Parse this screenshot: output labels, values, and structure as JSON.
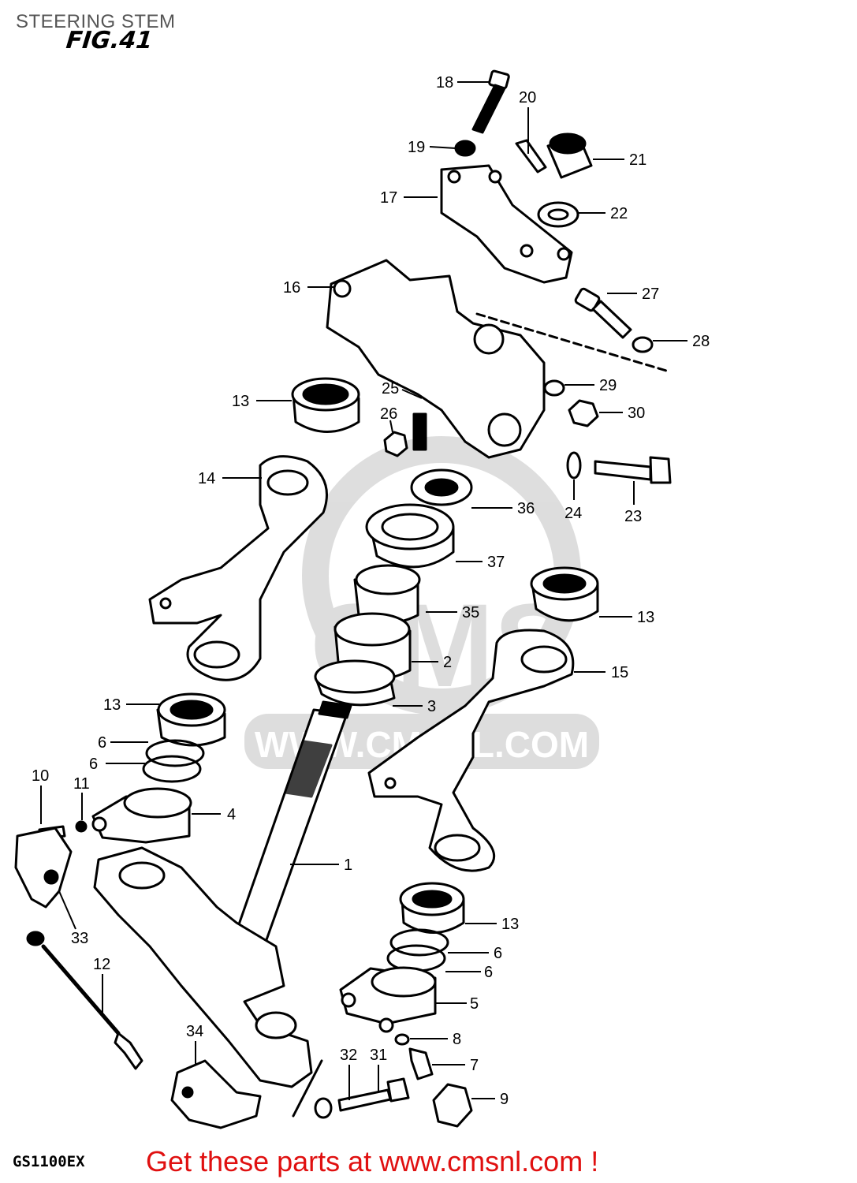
{
  "header": {
    "title": "STEERING STEM",
    "figure": "FIG.41"
  },
  "footer": {
    "model": "GS1100EX",
    "link_text": "Get these parts at www.cmsnl.com !"
  },
  "watermark": {
    "brand": "CMS",
    "url": "WWW.CMSNL.COM"
  },
  "callouts": [
    "18",
    "20",
    "19",
    "21",
    "17",
    "22",
    "16",
    "27",
    "28",
    "25",
    "29",
    "13",
    "26",
    "30",
    "14",
    "36",
    "24",
    "23",
    "37",
    "35",
    "13",
    "2",
    "15",
    "13",
    "3",
    "6",
    "6",
    "10",
    "11",
    "4",
    "1",
    "33",
    "13",
    "12",
    "6",
    "6",
    "5",
    "34",
    "8",
    "32",
    "31",
    "7",
    "9"
  ]
}
